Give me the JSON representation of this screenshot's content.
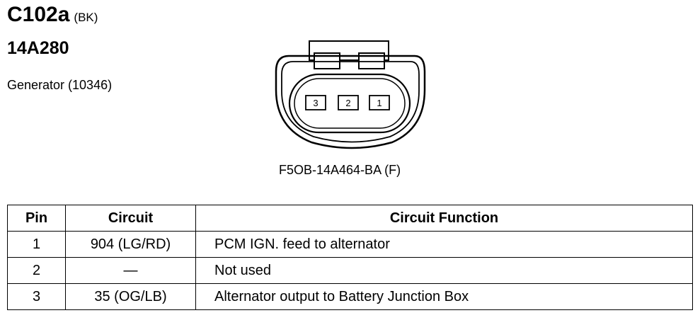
{
  "header": {
    "connector_id": "C102a",
    "color_code": "(BK)",
    "part_number": "14A280",
    "component": "Generator (10346)"
  },
  "connector": {
    "pin_labels": [
      "3",
      "2",
      "1"
    ],
    "caption": "F5OB-14A464-BA (F)"
  },
  "table": {
    "headers": [
      "Pin",
      "Circuit",
      "Circuit Function"
    ],
    "rows": [
      {
        "pin": "1",
        "circuit": "904 (LG/RD)",
        "function": "PCM IGN. feed to alternator"
      },
      {
        "pin": "2",
        "circuit": "—",
        "function": "Not used"
      },
      {
        "pin": "3",
        "circuit": "35 (OG/LB)",
        "function": "Alternator output to Battery Junction Box"
      }
    ]
  }
}
